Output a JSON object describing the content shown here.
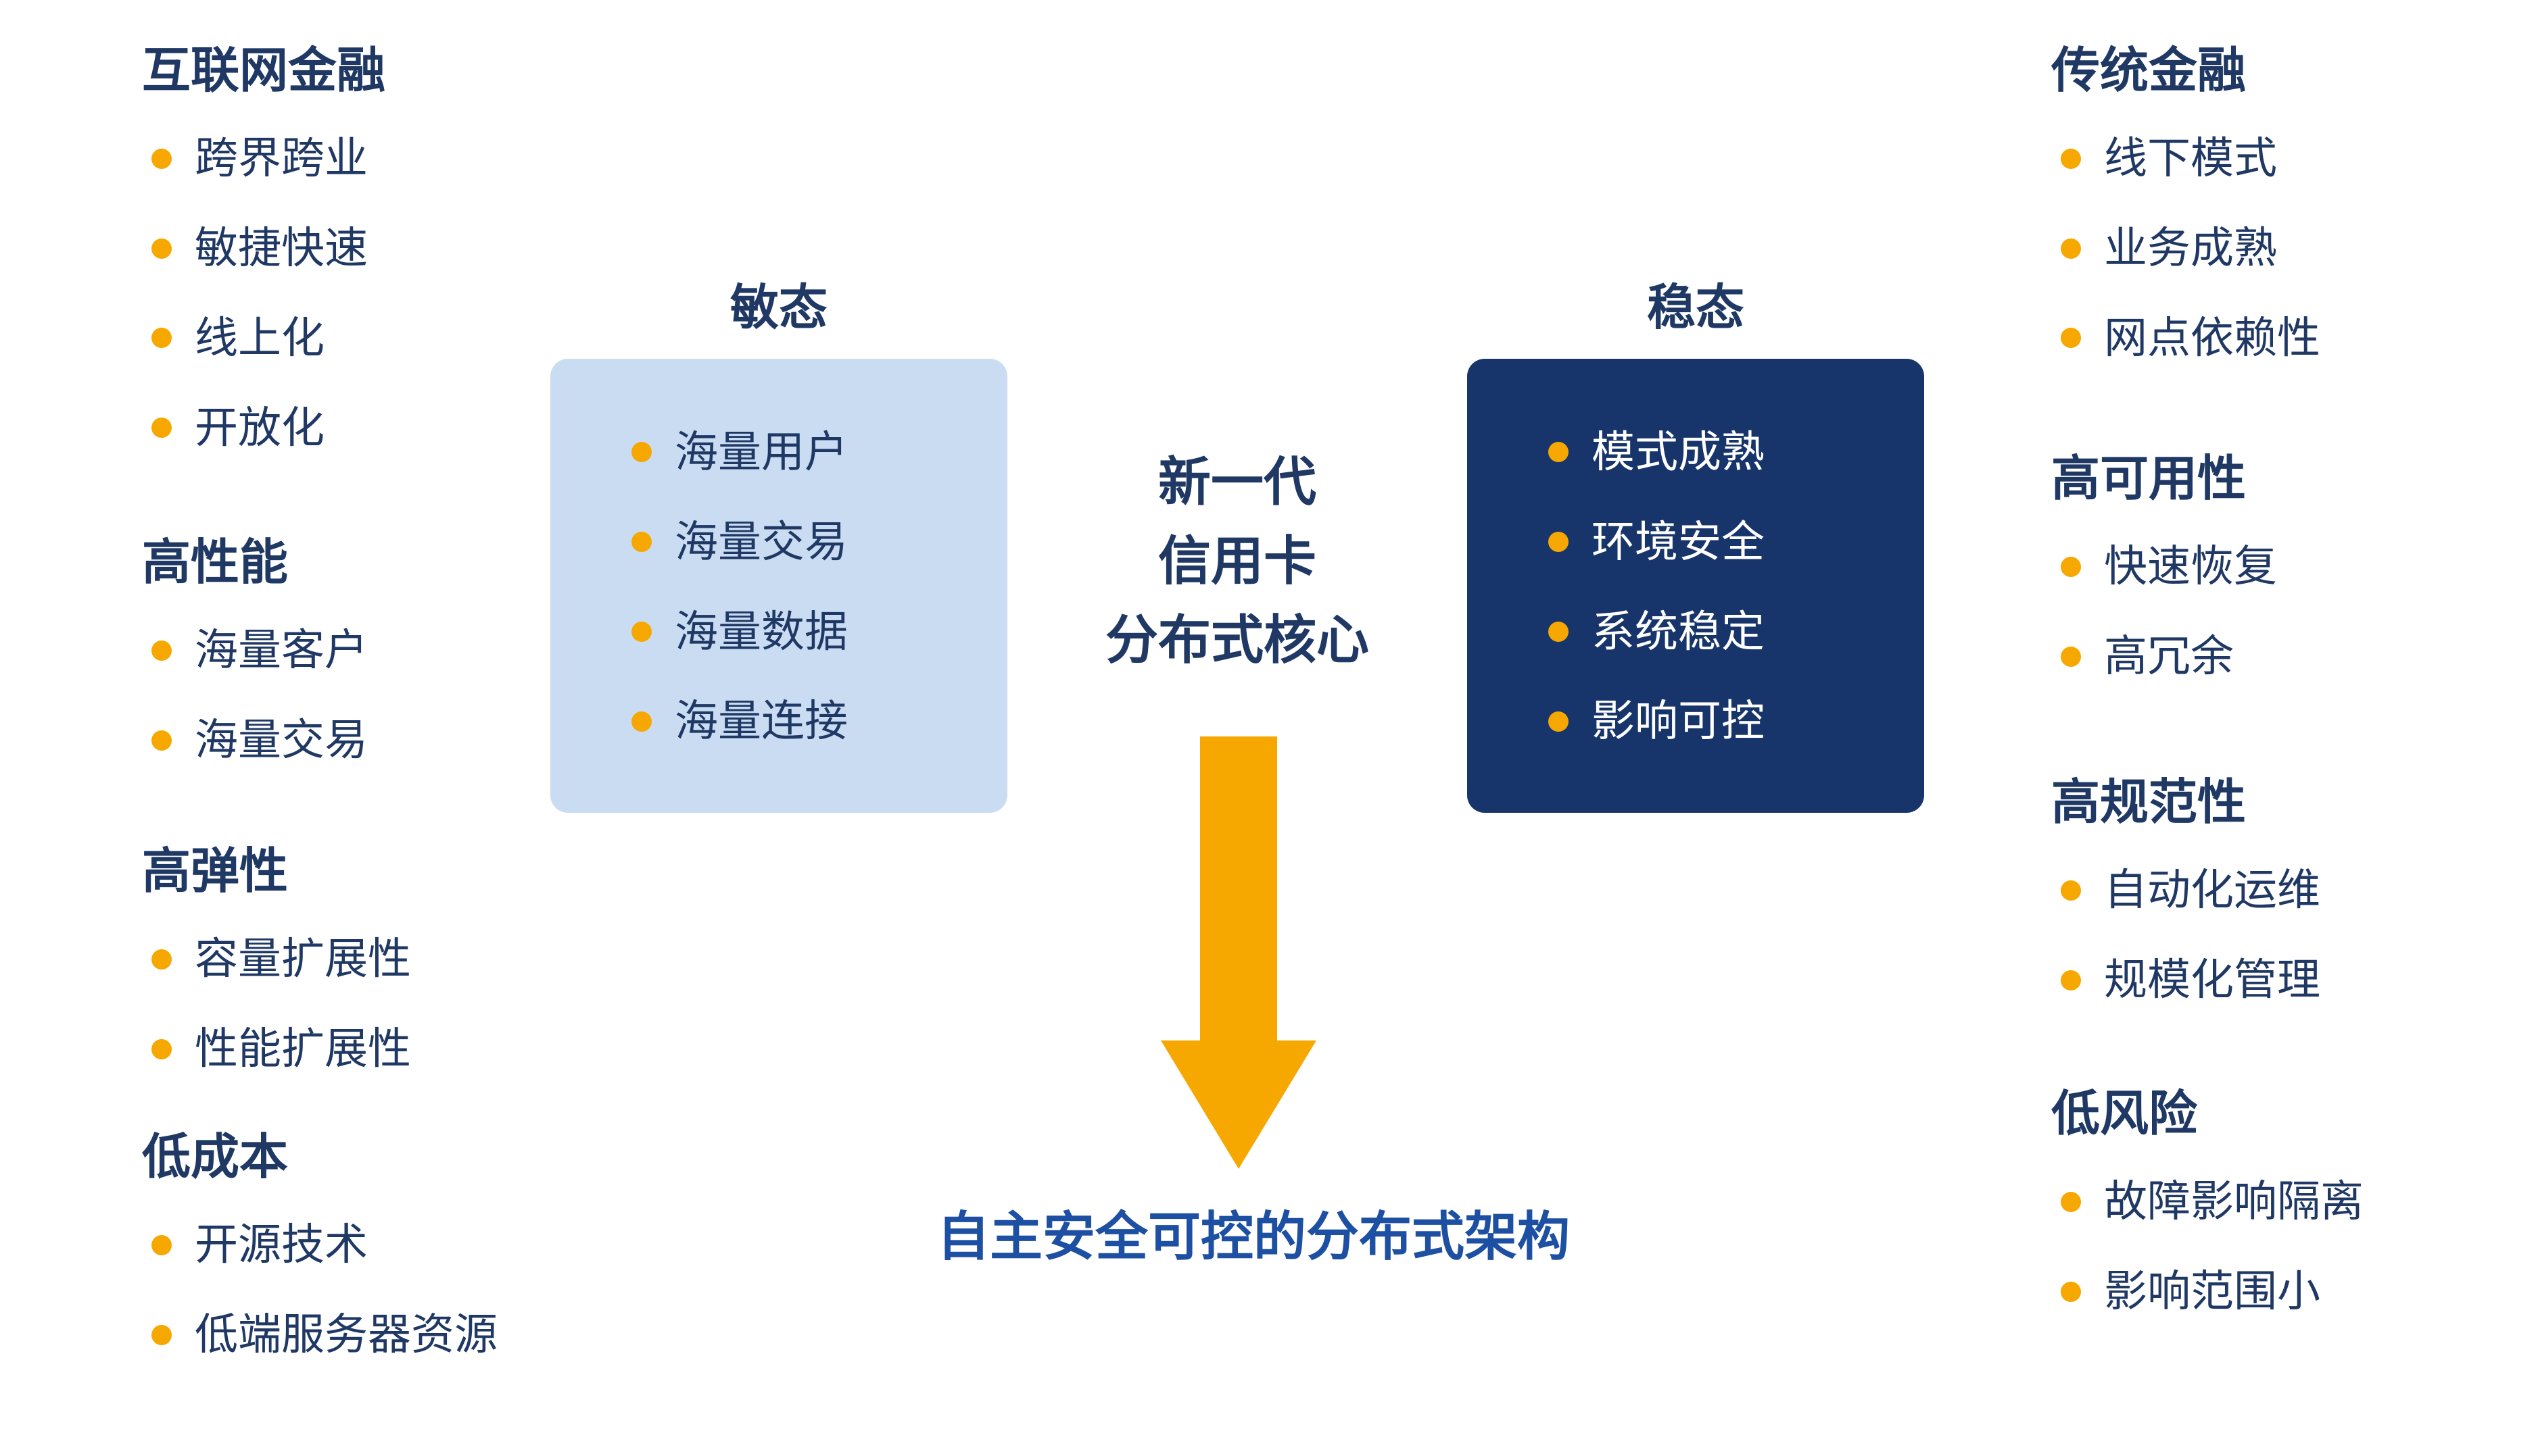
{
  "colors": {
    "navy": "#1f3864",
    "orange": "#f7a800",
    "lightbox": "#c9dcf2",
    "darkbox": "#17356b",
    "bottomblue": "#1d4fa2",
    "white": "#ffffff"
  },
  "left_sections": [
    {
      "title": "互联网金融",
      "items": [
        "跨界跨业",
        "敏捷快速",
        "线上化",
        "开放化"
      ]
    },
    {
      "title": "高性能",
      "items": [
        "海量客户",
        "海量交易"
      ]
    },
    {
      "title": "高弹性",
      "items": [
        "容量扩展性",
        "性能扩展性"
      ]
    },
    {
      "title": "低成本",
      "items": [
        "开源技术",
        "低端服务器资源"
      ]
    }
  ],
  "agile": {
    "label": "敏态",
    "items": [
      "海量用户",
      "海量交易",
      "海量数据",
      "海量连接"
    ]
  },
  "stable": {
    "label": "稳态",
    "items": [
      "模式成熟",
      "环境安全",
      "系统稳定",
      "影响可控"
    ]
  },
  "center": {
    "title_line_1": "新一代",
    "title_line_2": "信用卡",
    "title_line_3": "分布式核心",
    "bottom_text": "自主安全可控的分布式架构"
  },
  "right_sections": [
    {
      "title": "传统金融",
      "items": [
        "线下模式",
        "业务成熟",
        "网点依赖性"
      ]
    },
    {
      "title": "高可用性",
      "items": [
        "快速恢复",
        "高冗余"
      ]
    },
    {
      "title": "高规范性",
      "items": [
        "自动化运维",
        "规模化管理"
      ]
    },
    {
      "title": "低风险",
      "items": [
        "故障影响隔离",
        "影响范围小"
      ]
    }
  ]
}
